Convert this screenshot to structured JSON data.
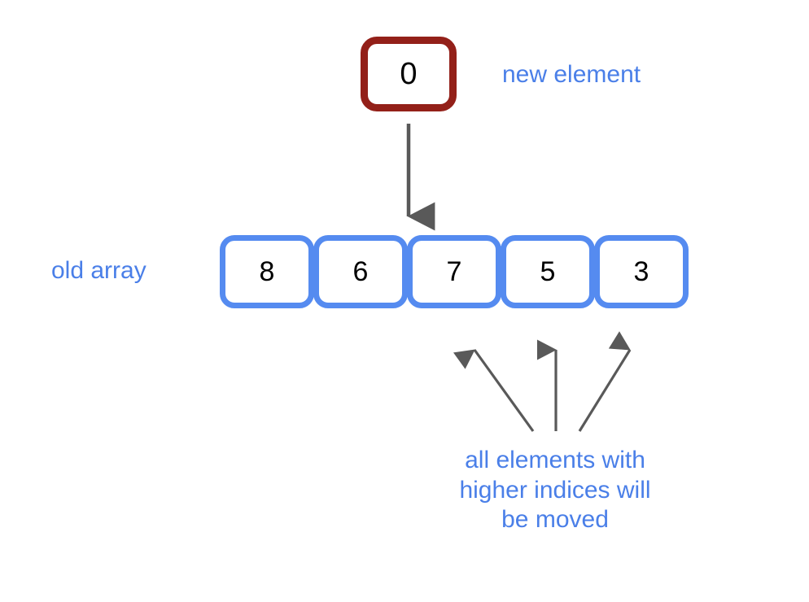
{
  "diagram": {
    "background_color": "#ffffff",
    "accent_blue": "#4a7fe8",
    "array_border_color": "#558bf0",
    "new_element_border_color": "#932019",
    "arrow_color": "#595959",
    "new_element": {
      "value": "0",
      "label": "new element"
    },
    "array": {
      "label": "old array",
      "cells": [
        {
          "value": "8"
        },
        {
          "value": "6"
        },
        {
          "value": "7"
        },
        {
          "value": "5"
        },
        {
          "value": "3"
        }
      ]
    },
    "caption": {
      "line1": "all elements with",
      "line2": "higher indices will",
      "line3": "be moved"
    },
    "arrows": {
      "insert_arrow": "down-arrow-insertion-point",
      "shift_arrows": [
        "up-arrow-to-cell-7",
        "up-arrow-to-cell-5",
        "up-arrow-to-cell-3"
      ]
    }
  }
}
